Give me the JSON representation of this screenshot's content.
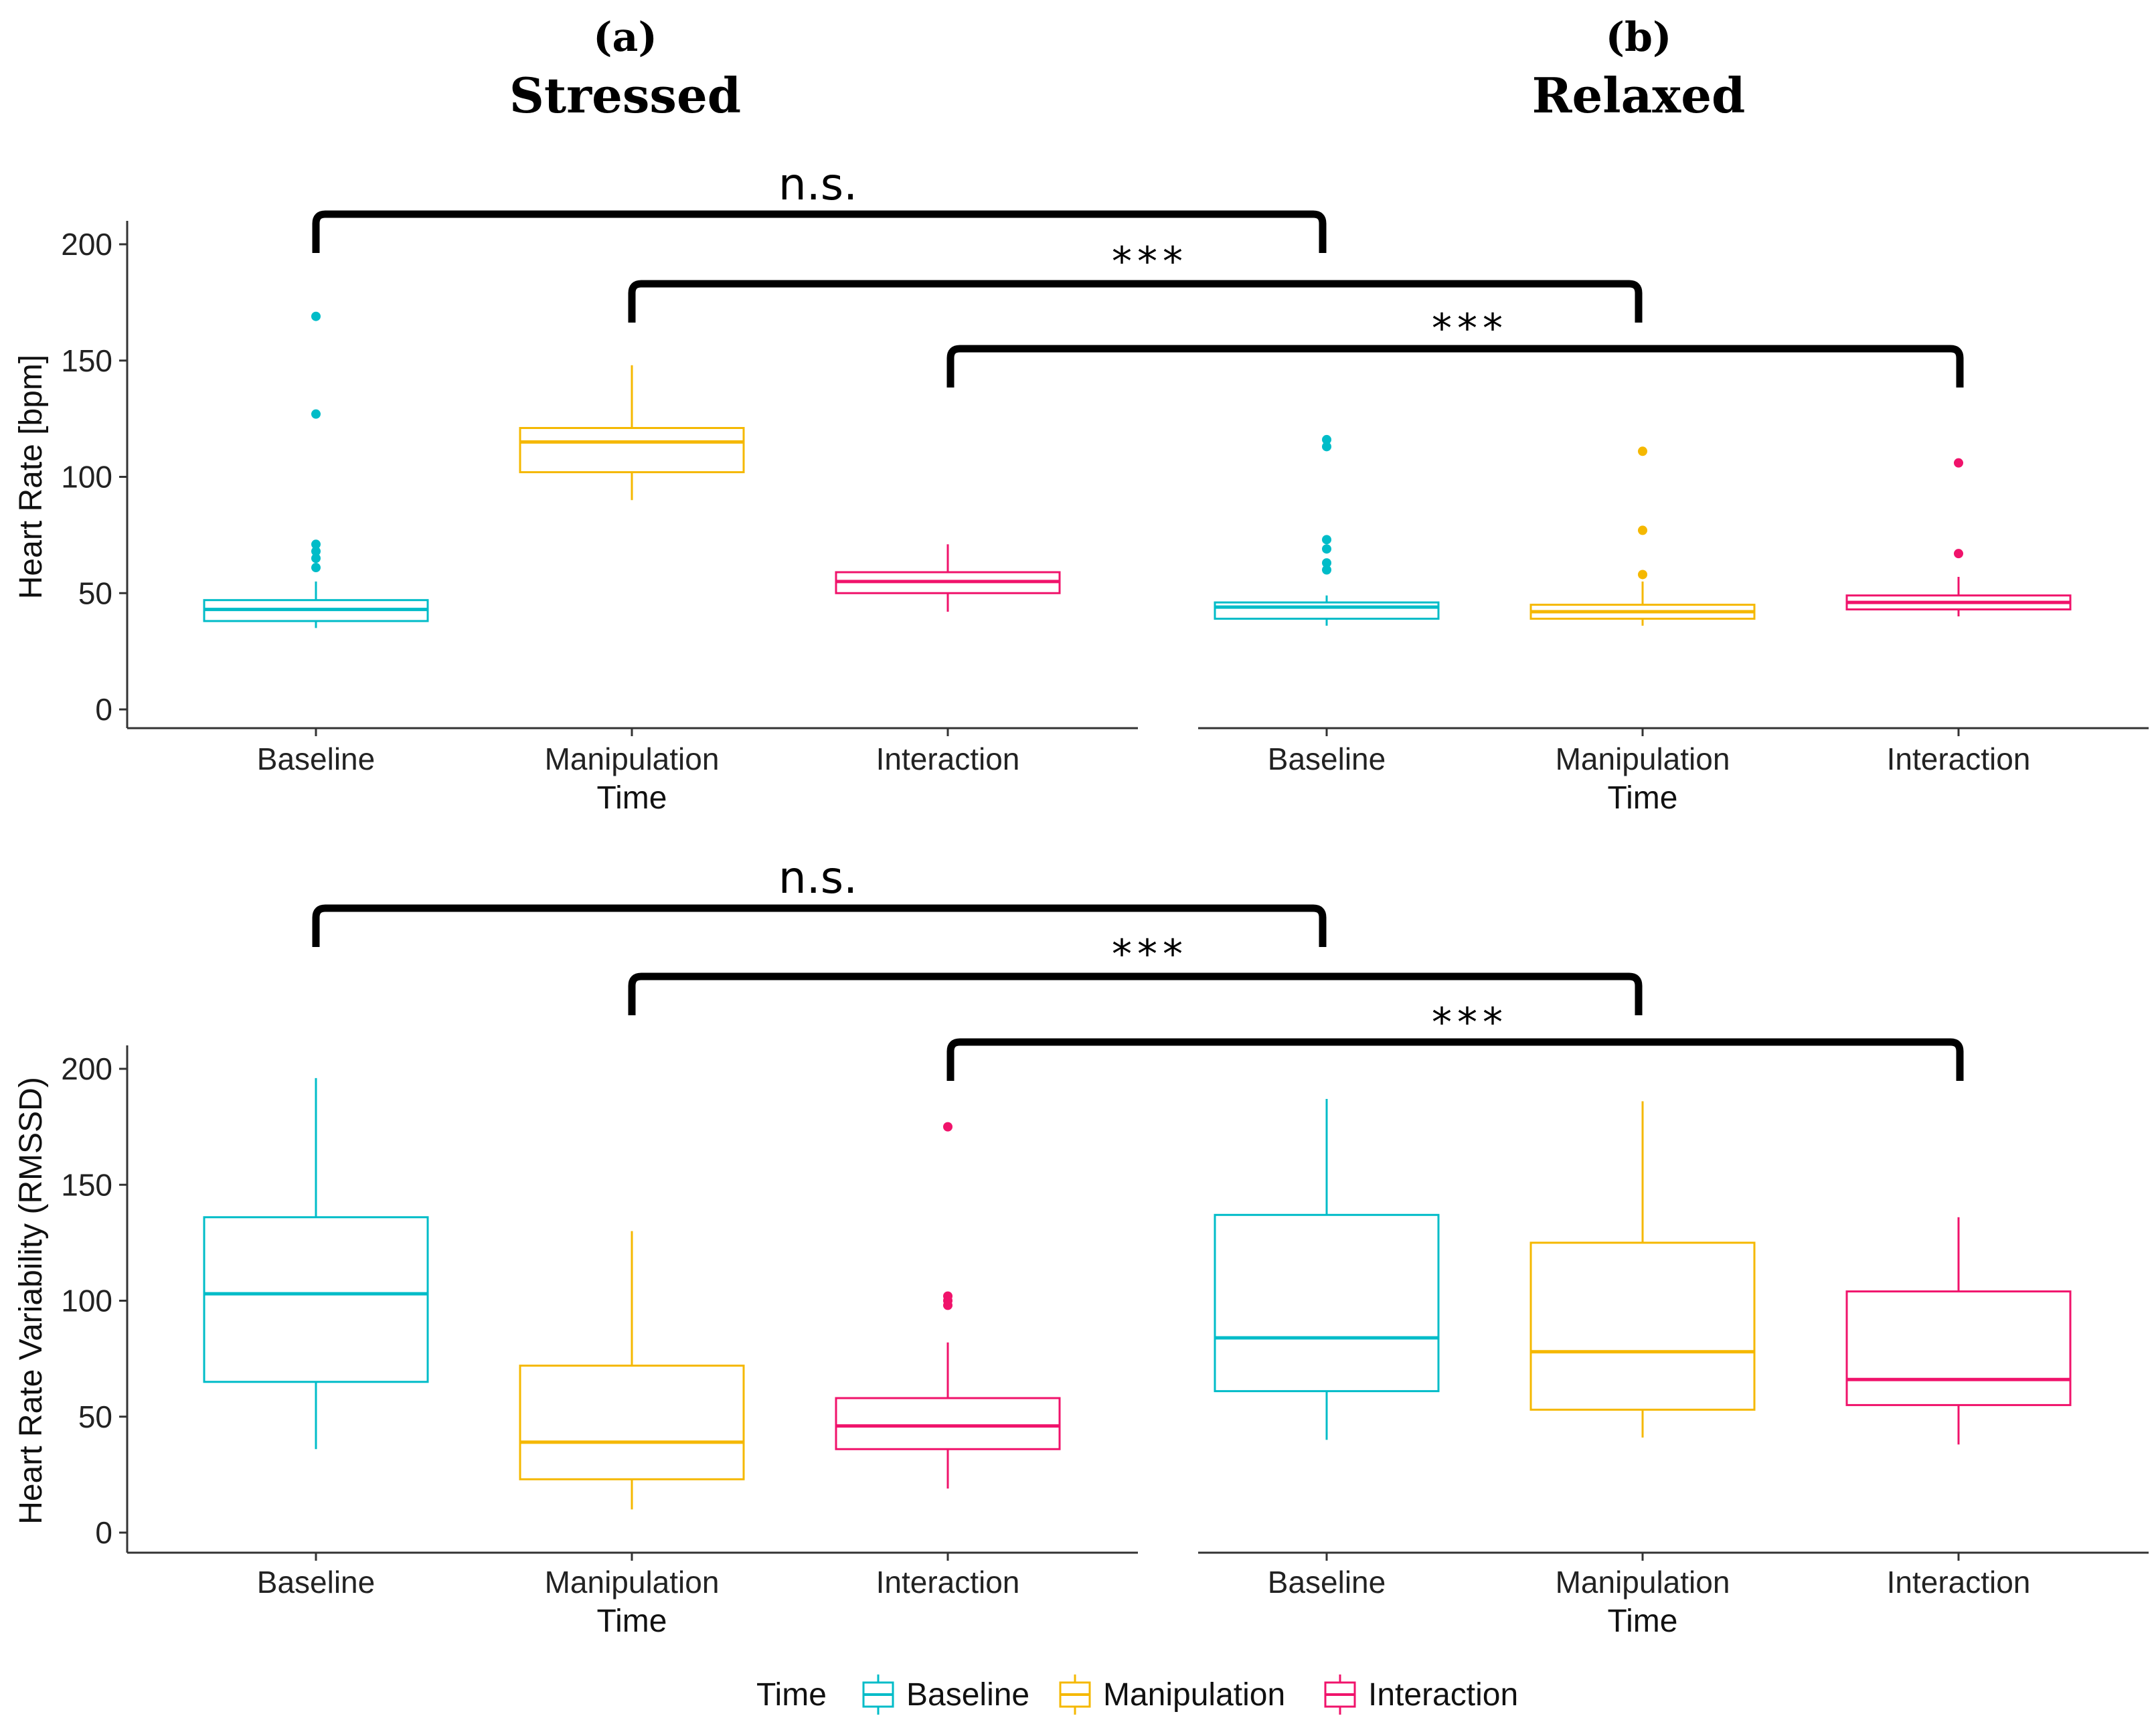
{
  "panels": {
    "a": {
      "letter": "(a)",
      "title": "Stressed"
    },
    "b": {
      "letter": "(b)",
      "title": "Relaxed"
    }
  },
  "colors": {
    "Baseline": "#00BCC8",
    "Manipulation": "#F5B800",
    "Interaction": "#F0136B"
  },
  "legend": {
    "title": "Time",
    "items": [
      "Baseline",
      "Manipulation",
      "Interaction"
    ]
  },
  "chart_data": [
    {
      "type": "boxplot",
      "ylabel": "Heart Rate [bpm]",
      "xlabel": "Time",
      "ylim": [
        0,
        200
      ],
      "yticks": [
        0,
        50,
        100,
        150,
        200
      ],
      "categories": [
        "Baseline",
        "Manipulation",
        "Interaction"
      ],
      "significance": [
        {
          "label": "n.s.",
          "from": "Stressed Baseline",
          "to": "Relaxed Baseline"
        },
        {
          "label": "***",
          "from": "Stressed Manipulation",
          "to": "Relaxed Manipulation"
        },
        {
          "label": "***",
          "from": "Stressed Interaction",
          "to": "Relaxed Interaction"
        }
      ],
      "facets": [
        {
          "name": "Stressed",
          "boxes": [
            {
              "category": "Baseline",
              "min": 35,
              "q1": 38,
              "median": 43,
              "q3": 47,
              "max": 55,
              "outliers": [
                61,
                65,
                68,
                71,
                127,
                169
              ]
            },
            {
              "category": "Manipulation",
              "min": 90,
              "q1": 102,
              "median": 115,
              "q3": 121,
              "max": 148,
              "outliers": []
            },
            {
              "category": "Interaction",
              "min": 42,
              "q1": 50,
              "median": 55,
              "q3": 59,
              "max": 71,
              "outliers": []
            }
          ]
        },
        {
          "name": "Relaxed",
          "boxes": [
            {
              "category": "Baseline",
              "min": 36,
              "q1": 39,
              "median": 44,
              "q3": 46,
              "max": 49,
              "outliers": [
                60,
                63,
                69,
                73,
                113,
                116
              ]
            },
            {
              "category": "Manipulation",
              "min": 36,
              "q1": 39,
              "median": 42,
              "q3": 45,
              "max": 55,
              "outliers": [
                58,
                77,
                111
              ]
            },
            {
              "category": "Interaction",
              "min": 40,
              "q1": 43,
              "median": 46,
              "q3": 49,
              "max": 57,
              "outliers": [
                67,
                106
              ]
            }
          ]
        }
      ]
    },
    {
      "type": "boxplot",
      "ylabel": "Heart Rate Variability (RMSSD)",
      "xlabel": "Time",
      "ylim": [
        0,
        200
      ],
      "yticks": [
        0,
        50,
        100,
        150,
        200
      ],
      "categories": [
        "Baseline",
        "Manipulation",
        "Interaction"
      ],
      "significance": [
        {
          "label": "n.s.",
          "from": "Stressed Baseline",
          "to": "Relaxed Baseline"
        },
        {
          "label": "***",
          "from": "Stressed Manipulation",
          "to": "Relaxed Manipulation"
        },
        {
          "label": "***",
          "from": "Stressed Interaction",
          "to": "Relaxed Interaction"
        }
      ],
      "facets": [
        {
          "name": "Stressed",
          "boxes": [
            {
              "category": "Baseline",
              "min": 36,
              "q1": 65,
              "median": 103,
              "q3": 136,
              "max": 196,
              "outliers": []
            },
            {
              "category": "Manipulation",
              "min": 10,
              "q1": 23,
              "median": 39,
              "q3": 72,
              "max": 130,
              "outliers": []
            },
            {
              "category": "Interaction",
              "min": 19,
              "q1": 36,
              "median": 46,
              "q3": 58,
              "max": 82,
              "outliers": [
                98,
                100,
                102,
                175
              ]
            }
          ]
        },
        {
          "name": "Relaxed",
          "boxes": [
            {
              "category": "Baseline",
              "min": 40,
              "q1": 61,
              "median": 84,
              "q3": 137,
              "max": 187,
              "outliers": []
            },
            {
              "category": "Manipulation",
              "min": 41,
              "q1": 53,
              "median": 78,
              "q3": 125,
              "max": 186,
              "outliers": []
            },
            {
              "category": "Interaction",
              "min": 38,
              "q1": 55,
              "median": 66,
              "q3": 104,
              "max": 136,
              "outliers": []
            }
          ]
        }
      ]
    }
  ]
}
